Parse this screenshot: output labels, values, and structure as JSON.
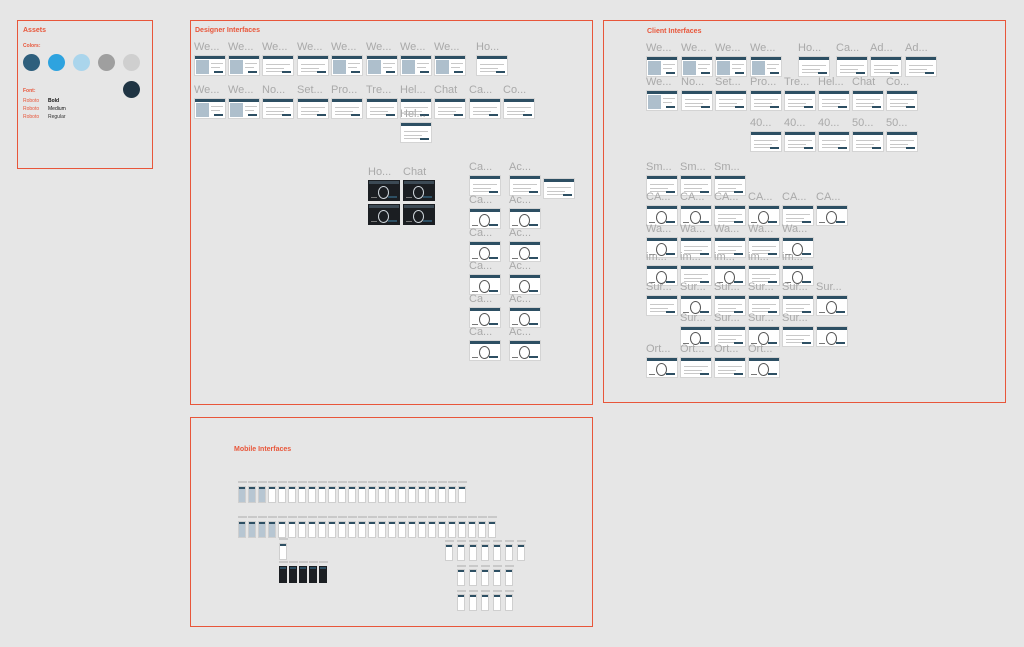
{
  "canvas": {
    "background": "#e6e6e6",
    "accent": "#e8563a"
  },
  "assets": {
    "title": "Assets",
    "colors_label": "Colors:",
    "swatches": [
      "#2e5f7d",
      "#2ea3df",
      "#aad5ec",
      "#9f9f9f",
      "#cfcfcf",
      "#1f3443"
    ],
    "font_label": "Font:",
    "fonts": [
      {
        "family": "Roboto",
        "weight": "Bold"
      },
      {
        "family": "Roboto",
        "weight": "Medium"
      },
      {
        "family": "Roboto",
        "weight": "Regular"
      }
    ]
  },
  "designer": {
    "title": "Designer Interfaces",
    "row1_labels": [
      "We...",
      "We...",
      "We...",
      "We...",
      "We...",
      "We...",
      "We...",
      "We...",
      "Ho..."
    ],
    "row2_labels": [
      "We...",
      "We...",
      "No...",
      "Set...",
      "Pro...",
      "Tre...",
      "Hel...",
      "Chat",
      "Ca...",
      "Co..."
    ],
    "extra_label": "Hel...",
    "dark_labels": [
      "Ho...",
      "Chat"
    ],
    "col_a_labels": [
      "Ca...",
      "Ca...",
      "Ca...",
      "Ca...",
      "Ca...",
      "Ca..."
    ],
    "col_b_labels": [
      "Ac...",
      "Ac...",
      "Ac...",
      "Ac...",
      "Ac...",
      "Ac..."
    ]
  },
  "client": {
    "title": "Client Interfaces",
    "row1_labels": [
      "We...",
      "We...",
      "We...",
      "We...",
      "Ho...",
      "Ca...",
      "Ad...",
      "Ad..."
    ],
    "row2_labels": [
      "We...",
      "No...",
      "Set...",
      "Pro...",
      "Tre...",
      "Hel...",
      "Chat",
      "Co..."
    ],
    "row3_labels": [
      "40...",
      "40...",
      "40...",
      "50...",
      "50..."
    ],
    "row4_labels": [
      "Sm...",
      "Sm...",
      "Sm..."
    ],
    "row5_labels": [
      "CA...",
      "CA...",
      "CA...",
      "CA...",
      "CA...",
      "CA..."
    ],
    "row6_labels": [
      "Wa...",
      "Wa...",
      "Wa...",
      "Wa...",
      "Wa..."
    ],
    "row7_labels": [
      "im...",
      "im...",
      "im...",
      "im...",
      "im..."
    ],
    "row8_labels": [
      "Sur...",
      "Sur...",
      "Sur...",
      "Sur...",
      "Sur...",
      "Sur..."
    ],
    "row9_labels": [
      "Sur...",
      "Sur...",
      "Sur...",
      "Sur..."
    ],
    "row10_labels": [
      "Ort...",
      "Ort...",
      "Ort...",
      "Ort..."
    ]
  },
  "mobile": {
    "title": "Mobile Interfaces"
  }
}
